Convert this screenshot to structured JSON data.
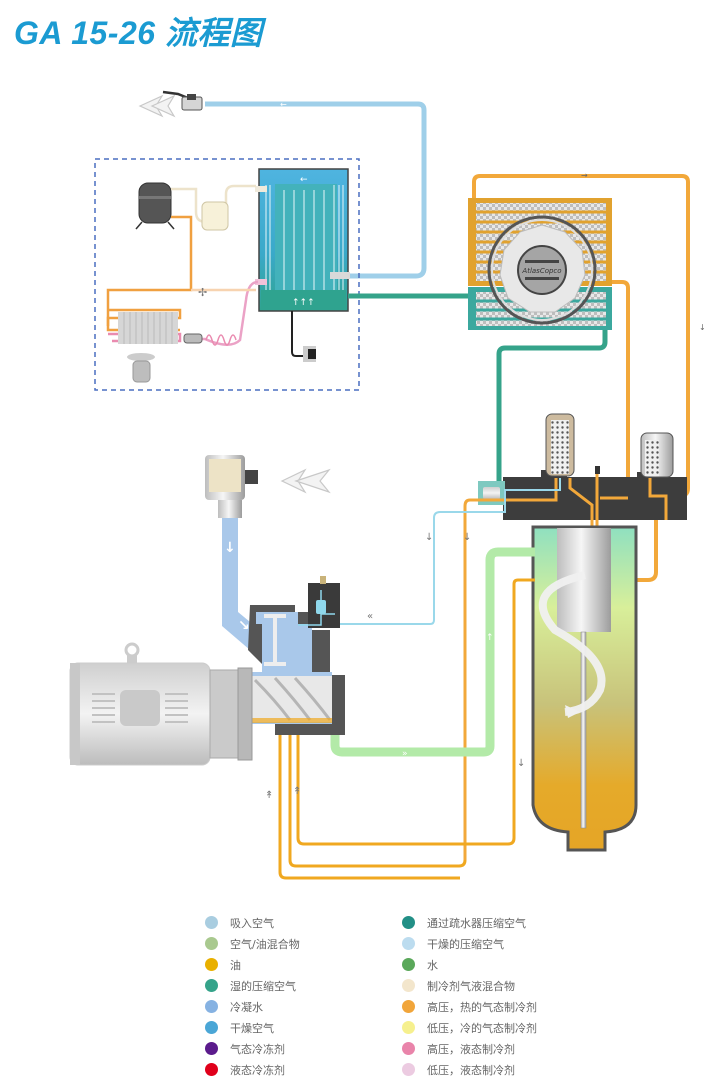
{
  "title": "GA 15-26 流程图",
  "components": {
    "logo_text": "AtlasCopco"
  },
  "legend": {
    "left": [
      {
        "label": "吸入空气",
        "color": "#a9cde0"
      },
      {
        "label": "空气/油混合物",
        "color": "#a9c98f"
      },
      {
        "label": "油",
        "color": "#e9b000"
      },
      {
        "label": "湿的压缩空气",
        "color": "#35a38a"
      },
      {
        "label": "冷凝水",
        "color": "#86b2e2"
      },
      {
        "label": "干燥空气",
        "color": "#4aa6d6"
      },
      {
        "label": "气态冷冻剂",
        "color": "#5b1b8c"
      },
      {
        "label": "液态冷冻剂",
        "color": "#e0001b"
      }
    ],
    "right": [
      {
        "label": "通过疏水器压缩空气",
        "color": "#228f86"
      },
      {
        "label": "干燥的压缩空气",
        "color": "#bcdcef"
      },
      {
        "label": "水",
        "color": "#5aa85a"
      },
      {
        "label": "制冷剂气液混合物",
        "color": "#f3e6cc"
      },
      {
        "label": "高压，热的气态制冷剂",
        "color": "#f1a53a"
      },
      {
        "label": "低压，冷的气态制冷剂",
        "color": "#f6f08e"
      },
      {
        "label": "高压，液态制冷剂",
        "color": "#e984aa"
      },
      {
        "label": "低压，液态制冷剂",
        "color": "#eccbe1"
      }
    ]
  }
}
